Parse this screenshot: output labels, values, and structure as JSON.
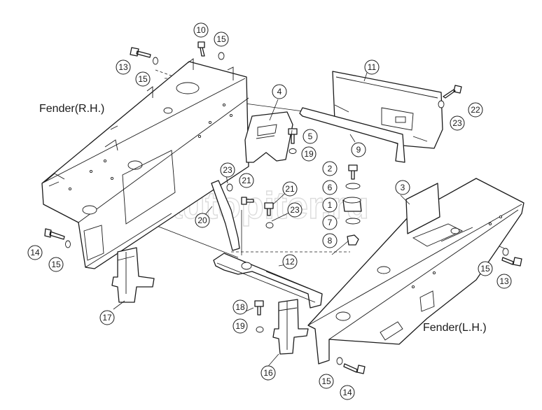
{
  "labels": {
    "fender_rh": "Fender(R.H.)",
    "fender_lh": "Fender(L.H.)"
  },
  "watermark": "autopiter.ru",
  "callouts": [
    "1",
    "2",
    "3",
    "4",
    "5",
    "6",
    "7",
    "8",
    "9",
    "10",
    "11",
    "12",
    "13",
    "14",
    "15",
    "16",
    "17",
    "18",
    "19",
    "20",
    "21",
    "22",
    "23"
  ],
  "colors": {
    "line": "#1a1a1a",
    "background": "#ffffff",
    "watermark": "#d8d8d8"
  }
}
